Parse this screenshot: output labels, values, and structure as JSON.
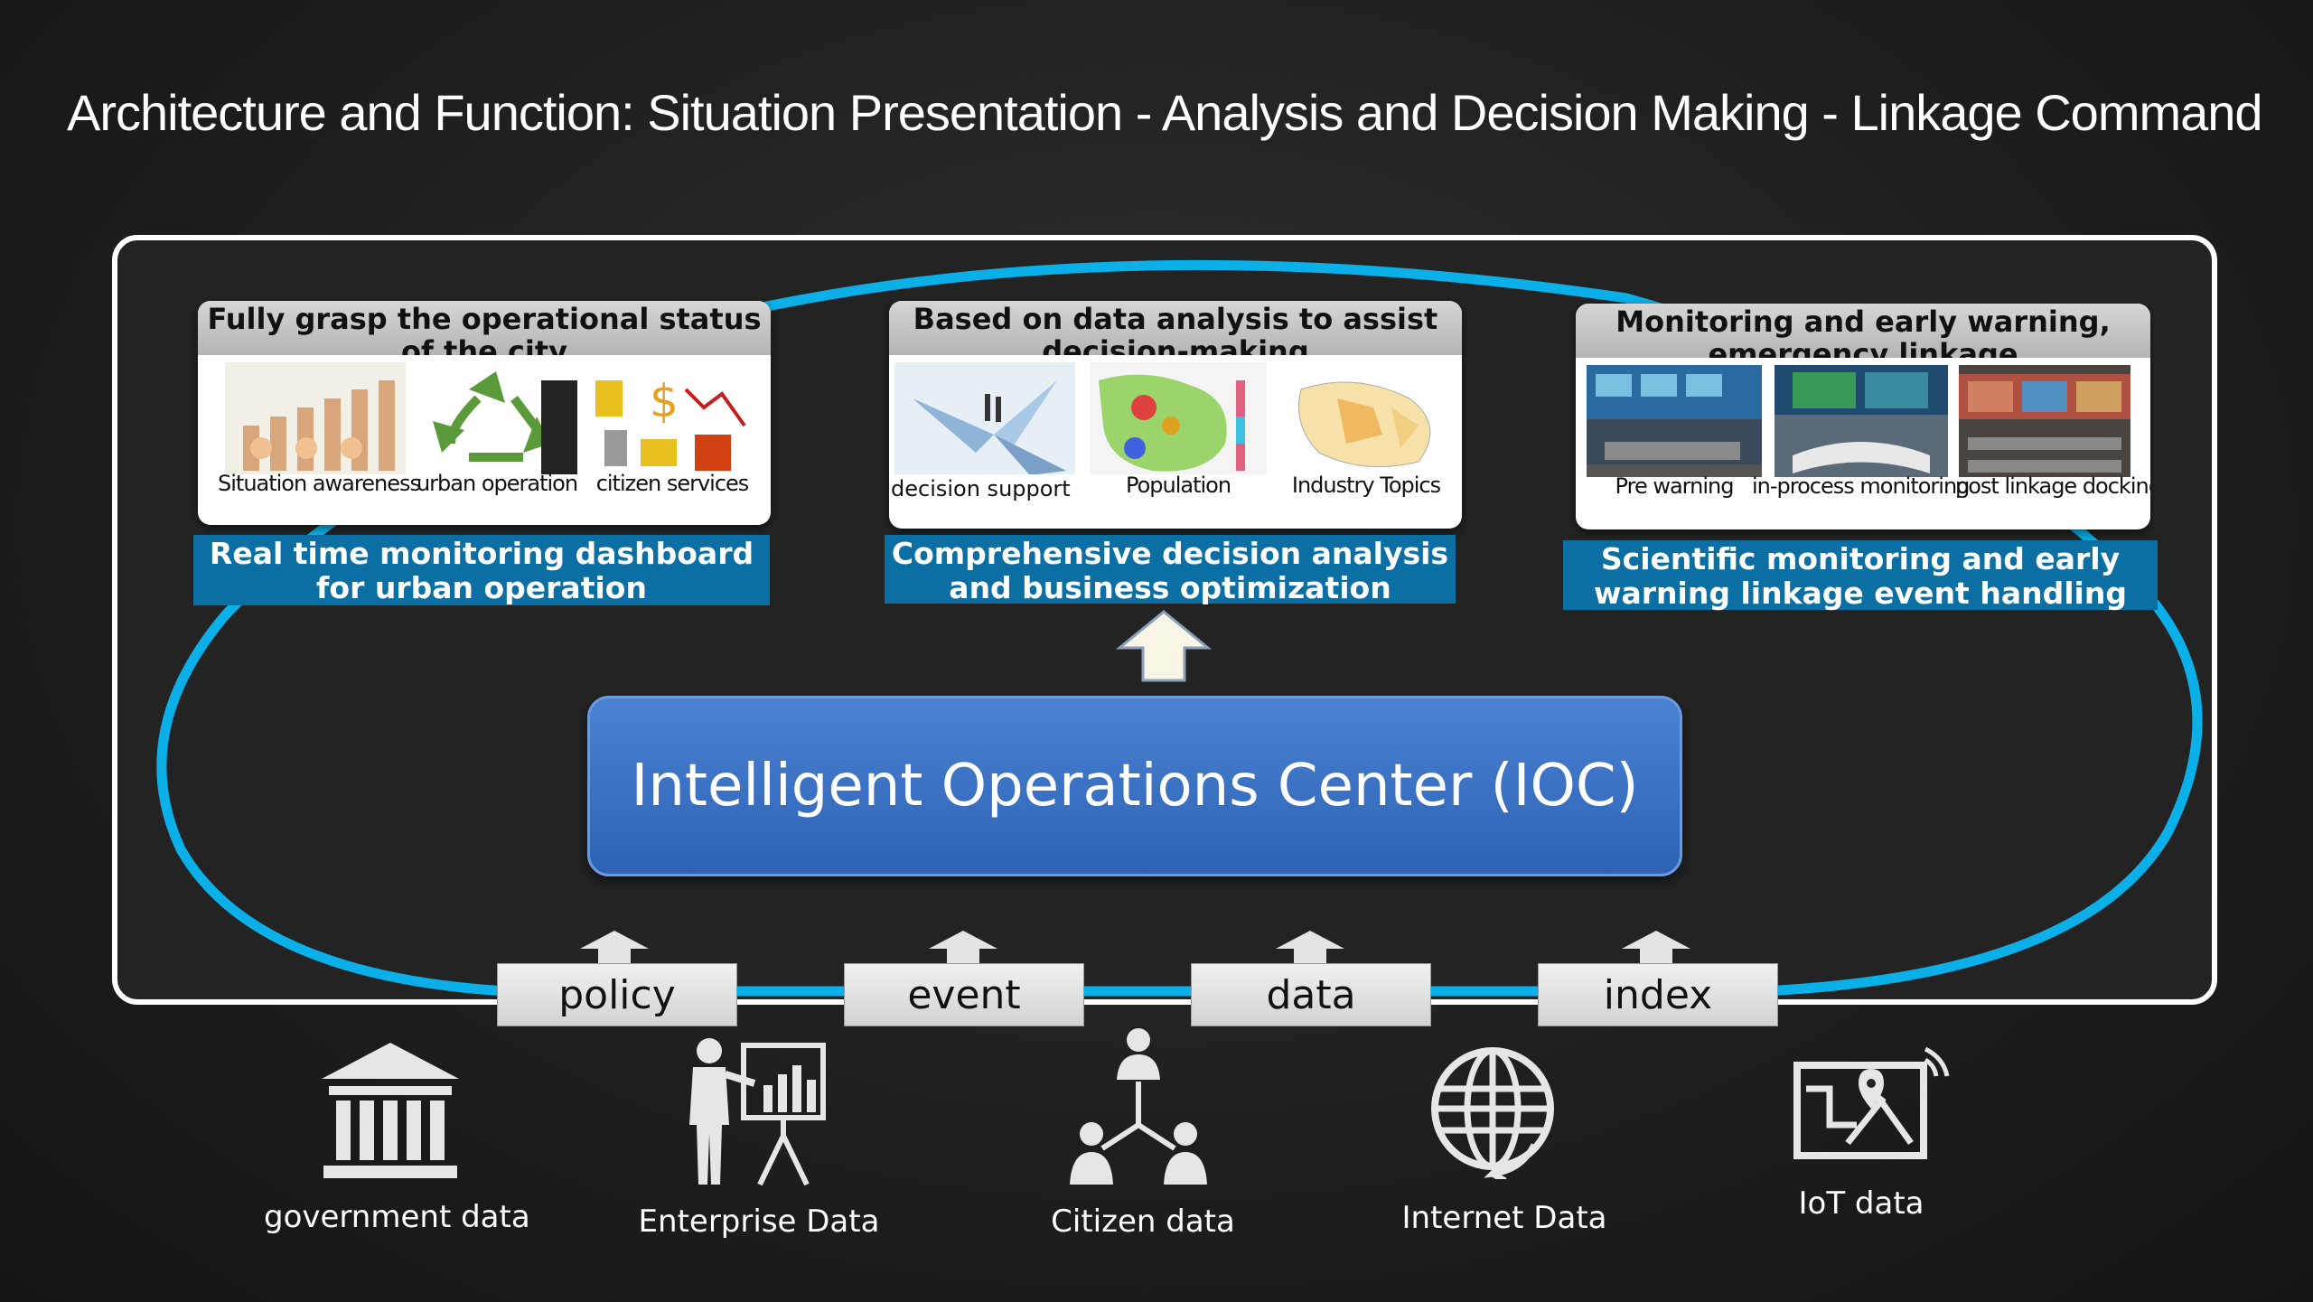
{
  "title": "Architecture and Function: Situation Presentation - Analysis and Decision Making - Linkage Command",
  "cards": [
    {
      "heading": "Fully grasp the operational status of the city",
      "captions": [
        "Situation awareness",
        "urban operation",
        "citizen services"
      ],
      "band": "Real time monitoring dashboard for urban operation"
    },
    {
      "heading": "Based on data analysis to assist decision-making",
      "captions": [
        "decision support",
        "Population",
        "Industry Topics"
      ],
      "band": "Comprehensive decision analysis and business optimization"
    },
    {
      "heading": "Monitoring and early warning, emergency linkage",
      "captions": [
        "Pre warning",
        "in-process monitoring",
        "post linkage docking"
      ],
      "band": "Scientific monitoring and early warning linkage event handling"
    }
  ],
  "ioc_label": "Intelligent Operations Center (IOC)",
  "inputs": [
    "policy",
    "event",
    "data",
    "index"
  ],
  "sources": [
    {
      "label": "government data",
      "icon": "government-building-icon"
    },
    {
      "label": "Enterprise Data",
      "icon": "presenter-chart-icon"
    },
    {
      "label": "Citizen data",
      "icon": "people-network-icon"
    },
    {
      "label": "Internet Data",
      "icon": "globe-icon"
    },
    {
      "label": "IoT data",
      "icon": "iot-map-signal-icon"
    }
  ],
  "colors": {
    "ring": "#0bb0e8",
    "band": "#0b6fa3",
    "ioc": "#3a72c4"
  }
}
